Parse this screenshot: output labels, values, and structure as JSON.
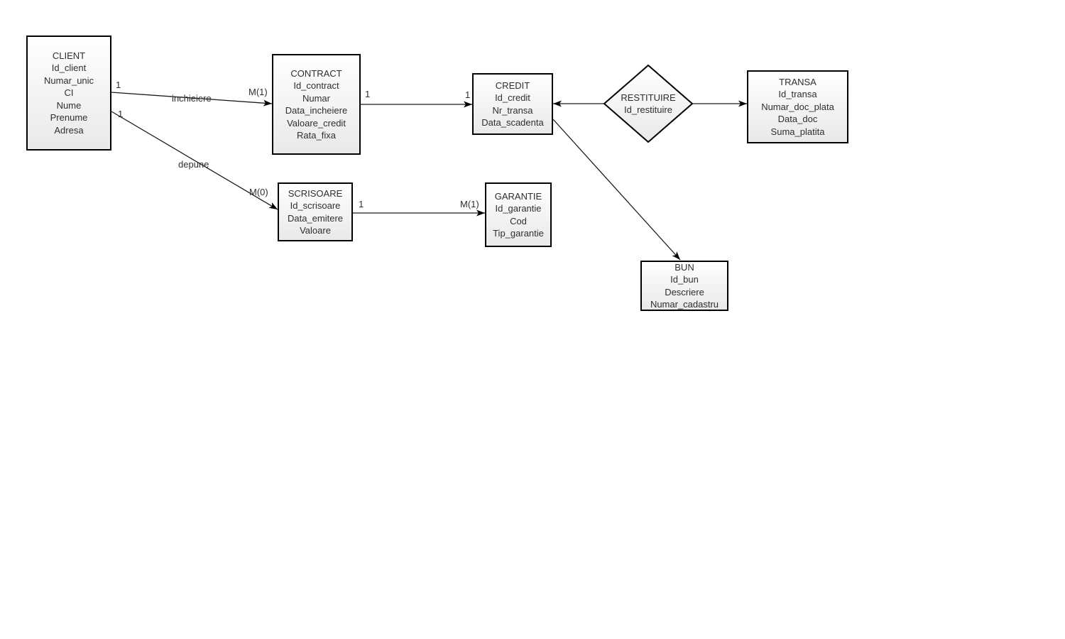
{
  "canvas": {
    "background_color": "#ffffff",
    "shape_border_color": "#000000",
    "shape_fill_top": "#ffffff",
    "shape_fill_bottom": "#e9e9e9",
    "text_color": "#2e2e2e"
  },
  "entities": {
    "client": {
      "title": "CLIENT",
      "attributes": [
        "Id_client",
        "Numar_unic",
        "CI",
        "Nume",
        "Prenume",
        "Adresa"
      ]
    },
    "contract": {
      "title": "CONTRACT",
      "attributes": [
        "Id_contract",
        "Numar",
        "Data_incheiere",
        "Valoare_credit",
        "Rata_fixa"
      ]
    },
    "credit": {
      "title": "CREDIT",
      "attributes": [
        "Id_credit",
        "Nr_transa",
        "Data_scadenta"
      ]
    },
    "restituire": {
      "title": "RESTITUIRE",
      "attributes": [
        "Id_restituire"
      ]
    },
    "transa": {
      "title": "TRANSA",
      "attributes": [
        "Id_transa",
        "Numar_doc_plata",
        "Data_doc",
        "Suma_platita"
      ]
    },
    "scrisoare": {
      "title": "SCRISOARE",
      "attributes": [
        "Id_scrisoare",
        "Data_emitere",
        "Valoare"
      ]
    },
    "garantie": {
      "title": "GARANTIE",
      "attributes": [
        "Id_garantie",
        "Cod",
        "Tip_garantie"
      ]
    },
    "bun": {
      "title": "BUN",
      "attributes": [
        "Id_bun",
        "Descriere",
        "Numar_cadastru"
      ]
    }
  },
  "connections": {
    "client_contract": {
      "name": "inchieiere",
      "source_cardinality": "1",
      "target_cardinality": "M(1)"
    },
    "client_scrisoare": {
      "name": "depune",
      "source_cardinality": "1",
      "target_cardinality": "M(0)"
    },
    "contract_credit": {
      "source_cardinality": "1",
      "target_cardinality": "1"
    },
    "scrisoare_garantie": {
      "source_cardinality": "1",
      "target_cardinality": "M(1)"
    }
  }
}
